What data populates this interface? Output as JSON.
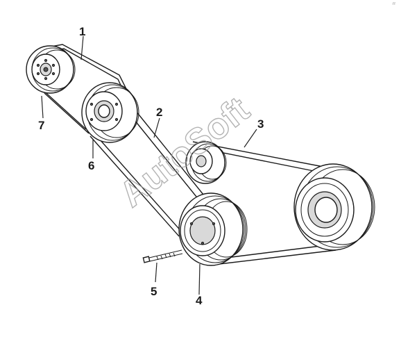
{
  "callouts": [
    "1",
    "2",
    "3",
    "4",
    "5",
    "6",
    "7"
  ],
  "watermark": "AutoSoft",
  "corner_mark": "ʳʳ"
}
